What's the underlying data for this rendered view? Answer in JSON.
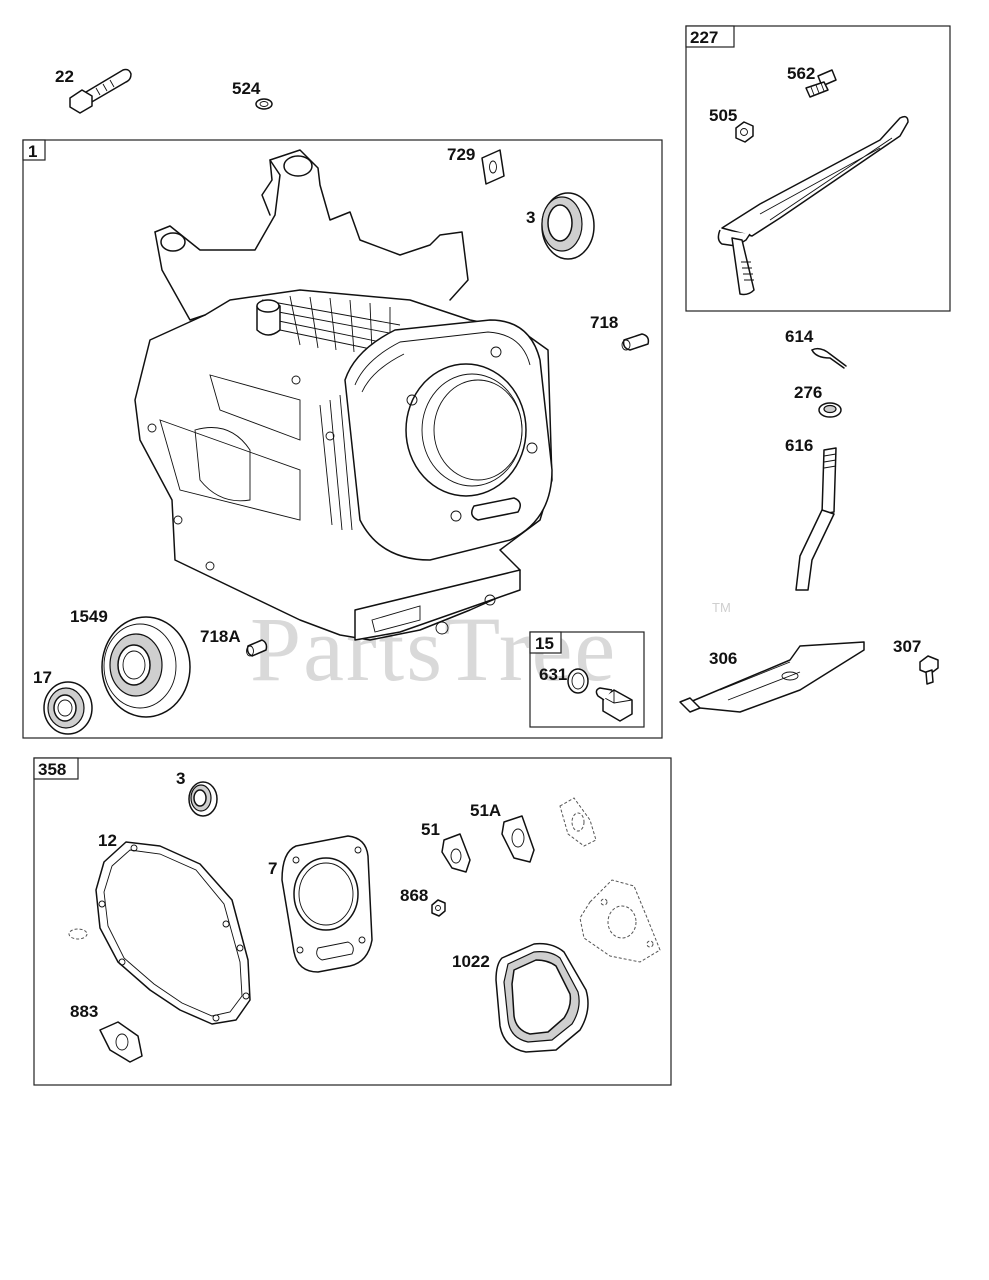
{
  "watermark": {
    "text": "PartsTree",
    "mark": "TM"
  },
  "groups": {
    "g1": "1",
    "g227": "227",
    "g15": "15",
    "g358": "358"
  },
  "labels": {
    "p22": "22",
    "p524": "524",
    "p729": "729",
    "p3a": "3",
    "p718": "718",
    "p1549": "1549",
    "p718a": "718A",
    "p17": "17",
    "p631": "631",
    "p562": "562",
    "p505": "505",
    "p614": "614",
    "p276": "276",
    "p616": "616",
    "p306": "306",
    "p307": "307",
    "p3b": "3",
    "p12": "12",
    "p7": "7",
    "p51": "51",
    "p51a": "51A",
    "p868": "868",
    "p1022": "1022",
    "p883": "883"
  }
}
